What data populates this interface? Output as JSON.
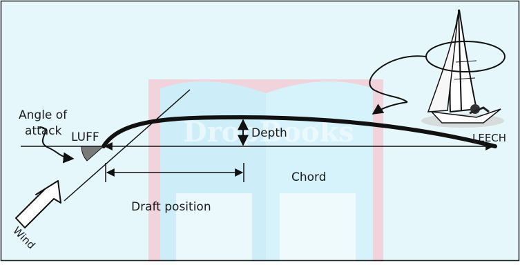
{
  "diagram": {
    "labels": {
      "angle_of_attack_line1": "Angle of",
      "angle_of_attack_line2": "attack",
      "luff": "LUFF",
      "leech": "LEECH",
      "depth": "Depth",
      "chord": "Chord",
      "draft_position": "Draft position",
      "wind": "Wind"
    },
    "watermark": "DropBooks",
    "colors": {
      "background": "#ffffff",
      "watermark_tint": "#dff4fb",
      "watermark_book": "#c8ecf7",
      "watermark_red": "#f2c9d2",
      "sail": "#111111",
      "angle_fill": "#7a7a7a",
      "ink": "#1a1a1a"
    }
  }
}
